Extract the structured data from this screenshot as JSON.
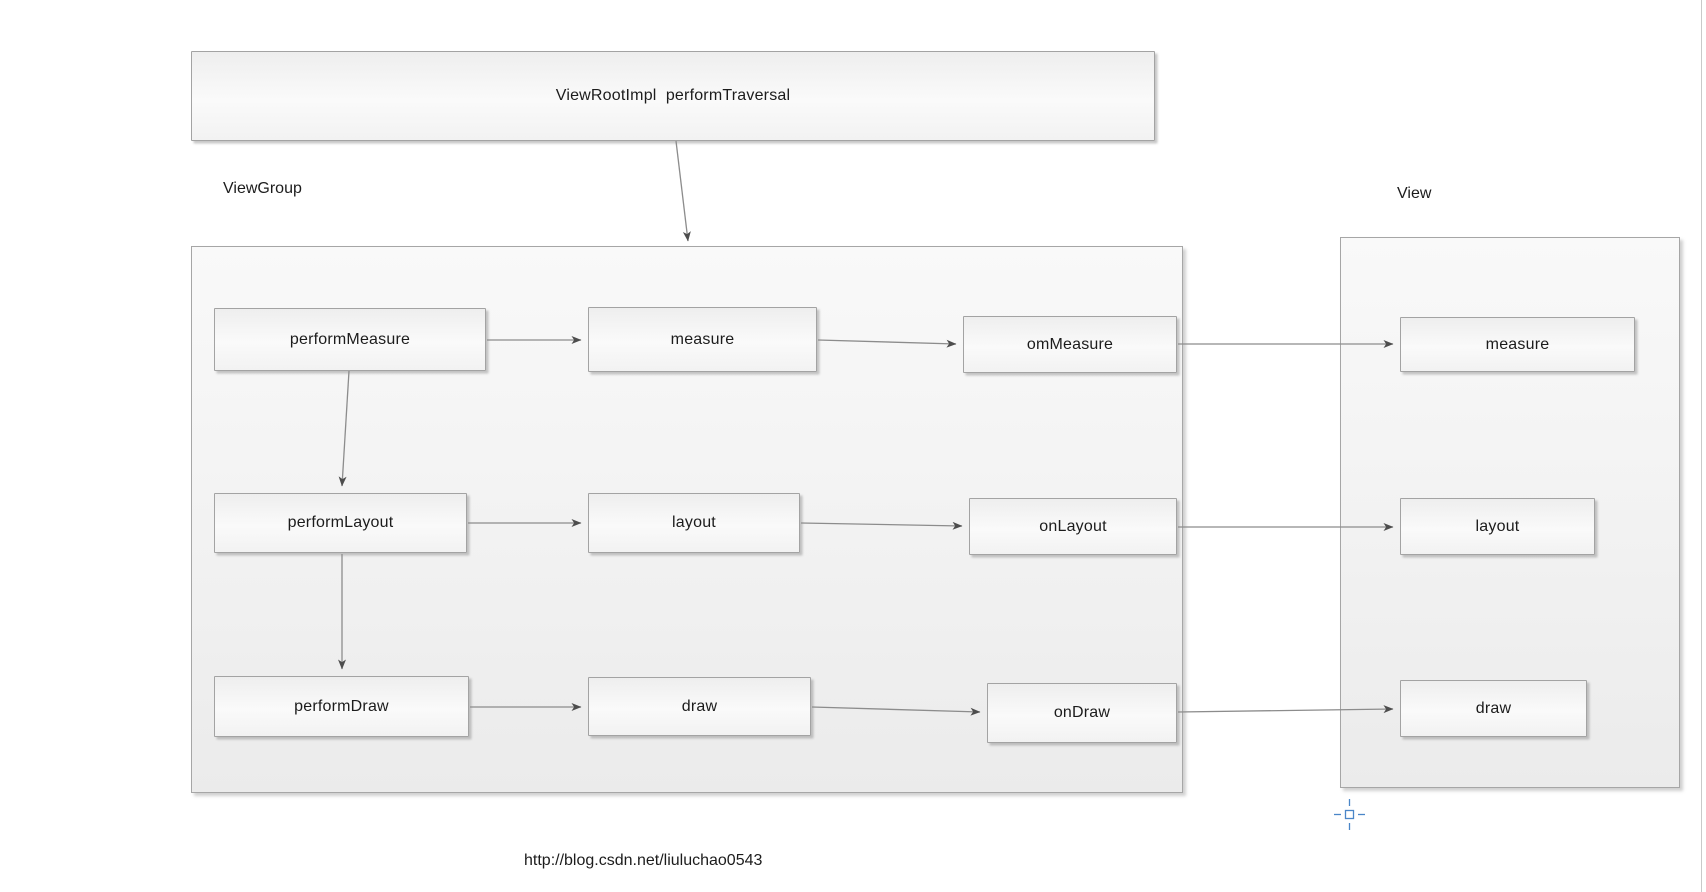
{
  "diagram": {
    "root": {
      "label": "ViewRootImpl  performTraversal"
    },
    "viewgroup": {
      "title": "ViewGroup",
      "rows": [
        {
          "cells": [
            "performMeasure",
            "measure",
            "omMeasure"
          ]
        },
        {
          "cells": [
            "performLayout",
            "layout",
            "onLayout"
          ]
        },
        {
          "cells": [
            "performDraw",
            "draw",
            "onDraw"
          ]
        }
      ]
    },
    "view": {
      "title": "View",
      "cells": [
        "measure",
        "layout",
        "draw"
      ]
    },
    "caption": "http://blog.csdn.net/liuluchao0543"
  },
  "colors": {
    "text": "#1c1c1c",
    "node_border": "#a3a3a3",
    "arrow": "#8c8c8c",
    "arrowhead": "#4d4d4d",
    "cursor_accent": "#4a86c8"
  }
}
